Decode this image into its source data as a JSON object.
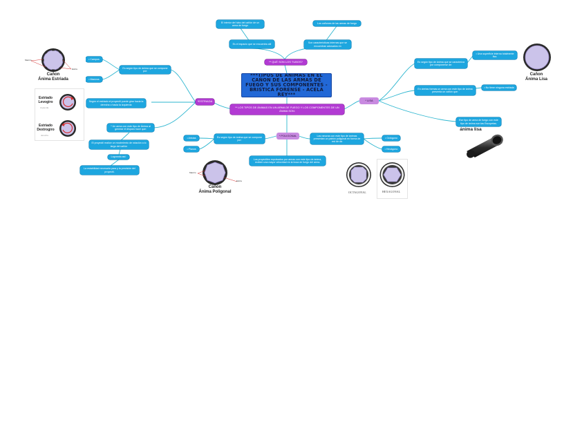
{
  "central": "***TIPOS DE ÁNIMAS EN EL CAÑON DE LAS ARMAS DE FUEGO Y SUS COMPONENTES - BRISTICA FORENSE - ACELA REY***",
  "subtitle": "** LOS TIPOS DE ÁNIMAS EN UN ARMA DE FUEGO Y LOS COMPONENTES DE UN ÁNIMA SON:",
  "top": {
    "question": "** QUÉ SON LOS TUBOS?",
    "left1": "El interior del tubo del cañón de un arma de fuego",
    "left2": "Es el espacio que se encuentra allí",
    "right1": "Los cañones de las armas de fuego",
    "right2": "Son características internas que se encuentran adosados en"
  },
  "estriada": {
    "label": "*ESTRIADA",
    "q1": "Es según tipo de ánima que se compone por:",
    "campos": "• Campos",
    "macizos": "• Macizos",
    "q2": "Según el estriado el proyectil puede girar hacia la derecha o hacia la izquierda",
    "q3": "* Un arma con este tipo de Ánima al generar el disparo hace que:",
    "q4": "El proyectil realice un movimiento de rotación a lo largo del cañón",
    "q5": "Logrando así:",
    "q6": "La estabilidad necesaria para y la precisión del proyectil."
  },
  "poligonal": {
    "label": "* POLIGONAL",
    "q1": "Es según tipo de ánima que se compone por:",
    "aristas": "• Aristas",
    "planos": "• Planos",
    "q2": "Las ranuras con este tipo de ánimas presentan un patrón poligonal en forma de red de da",
    "octogono": "• Octógono",
    "hexagono": "• Hexágono",
    "q3": "Los proyectiles expulsados por armas con este tipo de ánima, reciben una mayor velocidad en la boca de fuego del arma."
  },
  "lisa": {
    "label": "* LISA",
    "q1": "Es según tipo de ánima que se caracteriza por componerse de:",
    "q1a": "• Una superficie interna totalmente lisa.",
    "q2": "En ciertas formas un arma con este tipo de ánima presenta un cañón que:",
    "q2a": "• No tiene ninguna estriada",
    "q3": "Ese tipo de arma de fuego con este tipo de ánima son las Escopetas."
  },
  "images": {
    "estriada_caption": "Cañon\nÁnima Estriada",
    "estriada_macizo": "Macizo",
    "estriada_estria": "Estría",
    "levogiro_title": "Estriado\nLevogiro",
    "levogiro_sub": "izquierda",
    "dextrogiro_title": "Estriado\nDextrogiro",
    "dextrogiro_sub": "derecha",
    "poligonal_caption": "Cañon\nÁnima Poligonal",
    "poligonal_macizo": "Macizo",
    "poligonal_estria": "Estría",
    "octagonal": "OCTAGONAL",
    "hexagonal": "HEXAGONAL",
    "lisa_caption": "Cañon\nÁnima Lisa",
    "lisa_photo_caption": "ánima lisa"
  },
  "colors": {
    "blue_node": "#1da6df",
    "purple_node": "#b23ad3",
    "central_node": "#2268d6",
    "connector": "#2bb5cf",
    "ring_purple": "#b9a3dc",
    "rifle_red": "#d42e2e"
  }
}
